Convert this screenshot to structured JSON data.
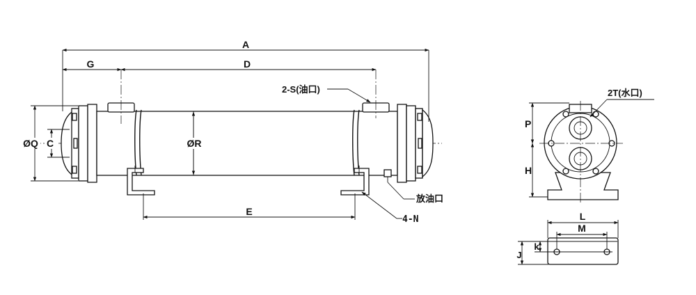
{
  "dimensions": {
    "A": "A",
    "G": "G",
    "D": "D",
    "E": "E",
    "Q": "ØQ",
    "C": "C",
    "R": "ØR",
    "P": "P",
    "H": "H",
    "L": "L",
    "M": "M",
    "K": "k",
    "J": "J"
  },
  "callouts": {
    "oil_port": "2-S(油口)",
    "water_port": "2T(水口)",
    "drain_port": "放油口",
    "mount_holes": "4-N"
  }
}
